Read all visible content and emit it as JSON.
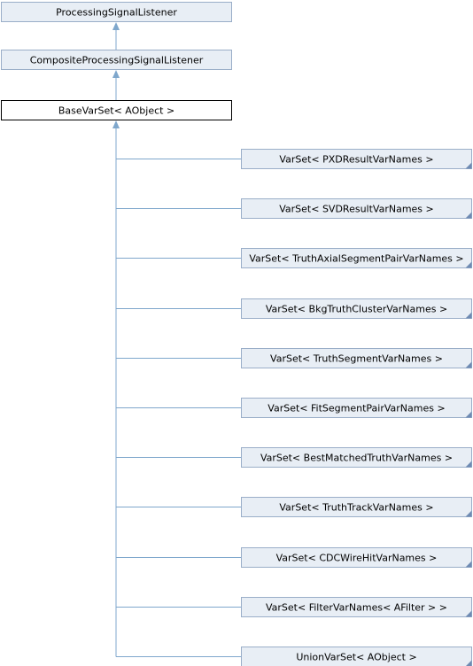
{
  "diagram": {
    "ancestors": [
      "ProcessingSignalListener",
      "CompositeProcessingSignalListener"
    ],
    "current": "BaseVarSet< AObject >",
    "children": [
      "VarSet< PXDResultVarNames >",
      "VarSet< SVDResultVarNames >",
      "VarSet< TruthAxialSegmentPairVarNames >",
      "VarSet< BkgTruthClusterVarNames >",
      "VarSet< TruthSegmentVarNames >",
      "VarSet< FitSegmentPairVarNames >",
      "VarSet< BestMatchedTruthVarNames >",
      "VarSet< TruthTrackVarNames >",
      "VarSet< CDCWireHitVarNames >",
      "VarSet< FilterVarNames< AFilter > >",
      "UnionVarSet< AObject >"
    ],
    "colors": {
      "node_fill": "#e8eef5",
      "node_border": "#9aaec8",
      "current_border": "#000000",
      "edge": "#7fa7cc"
    }
  }
}
